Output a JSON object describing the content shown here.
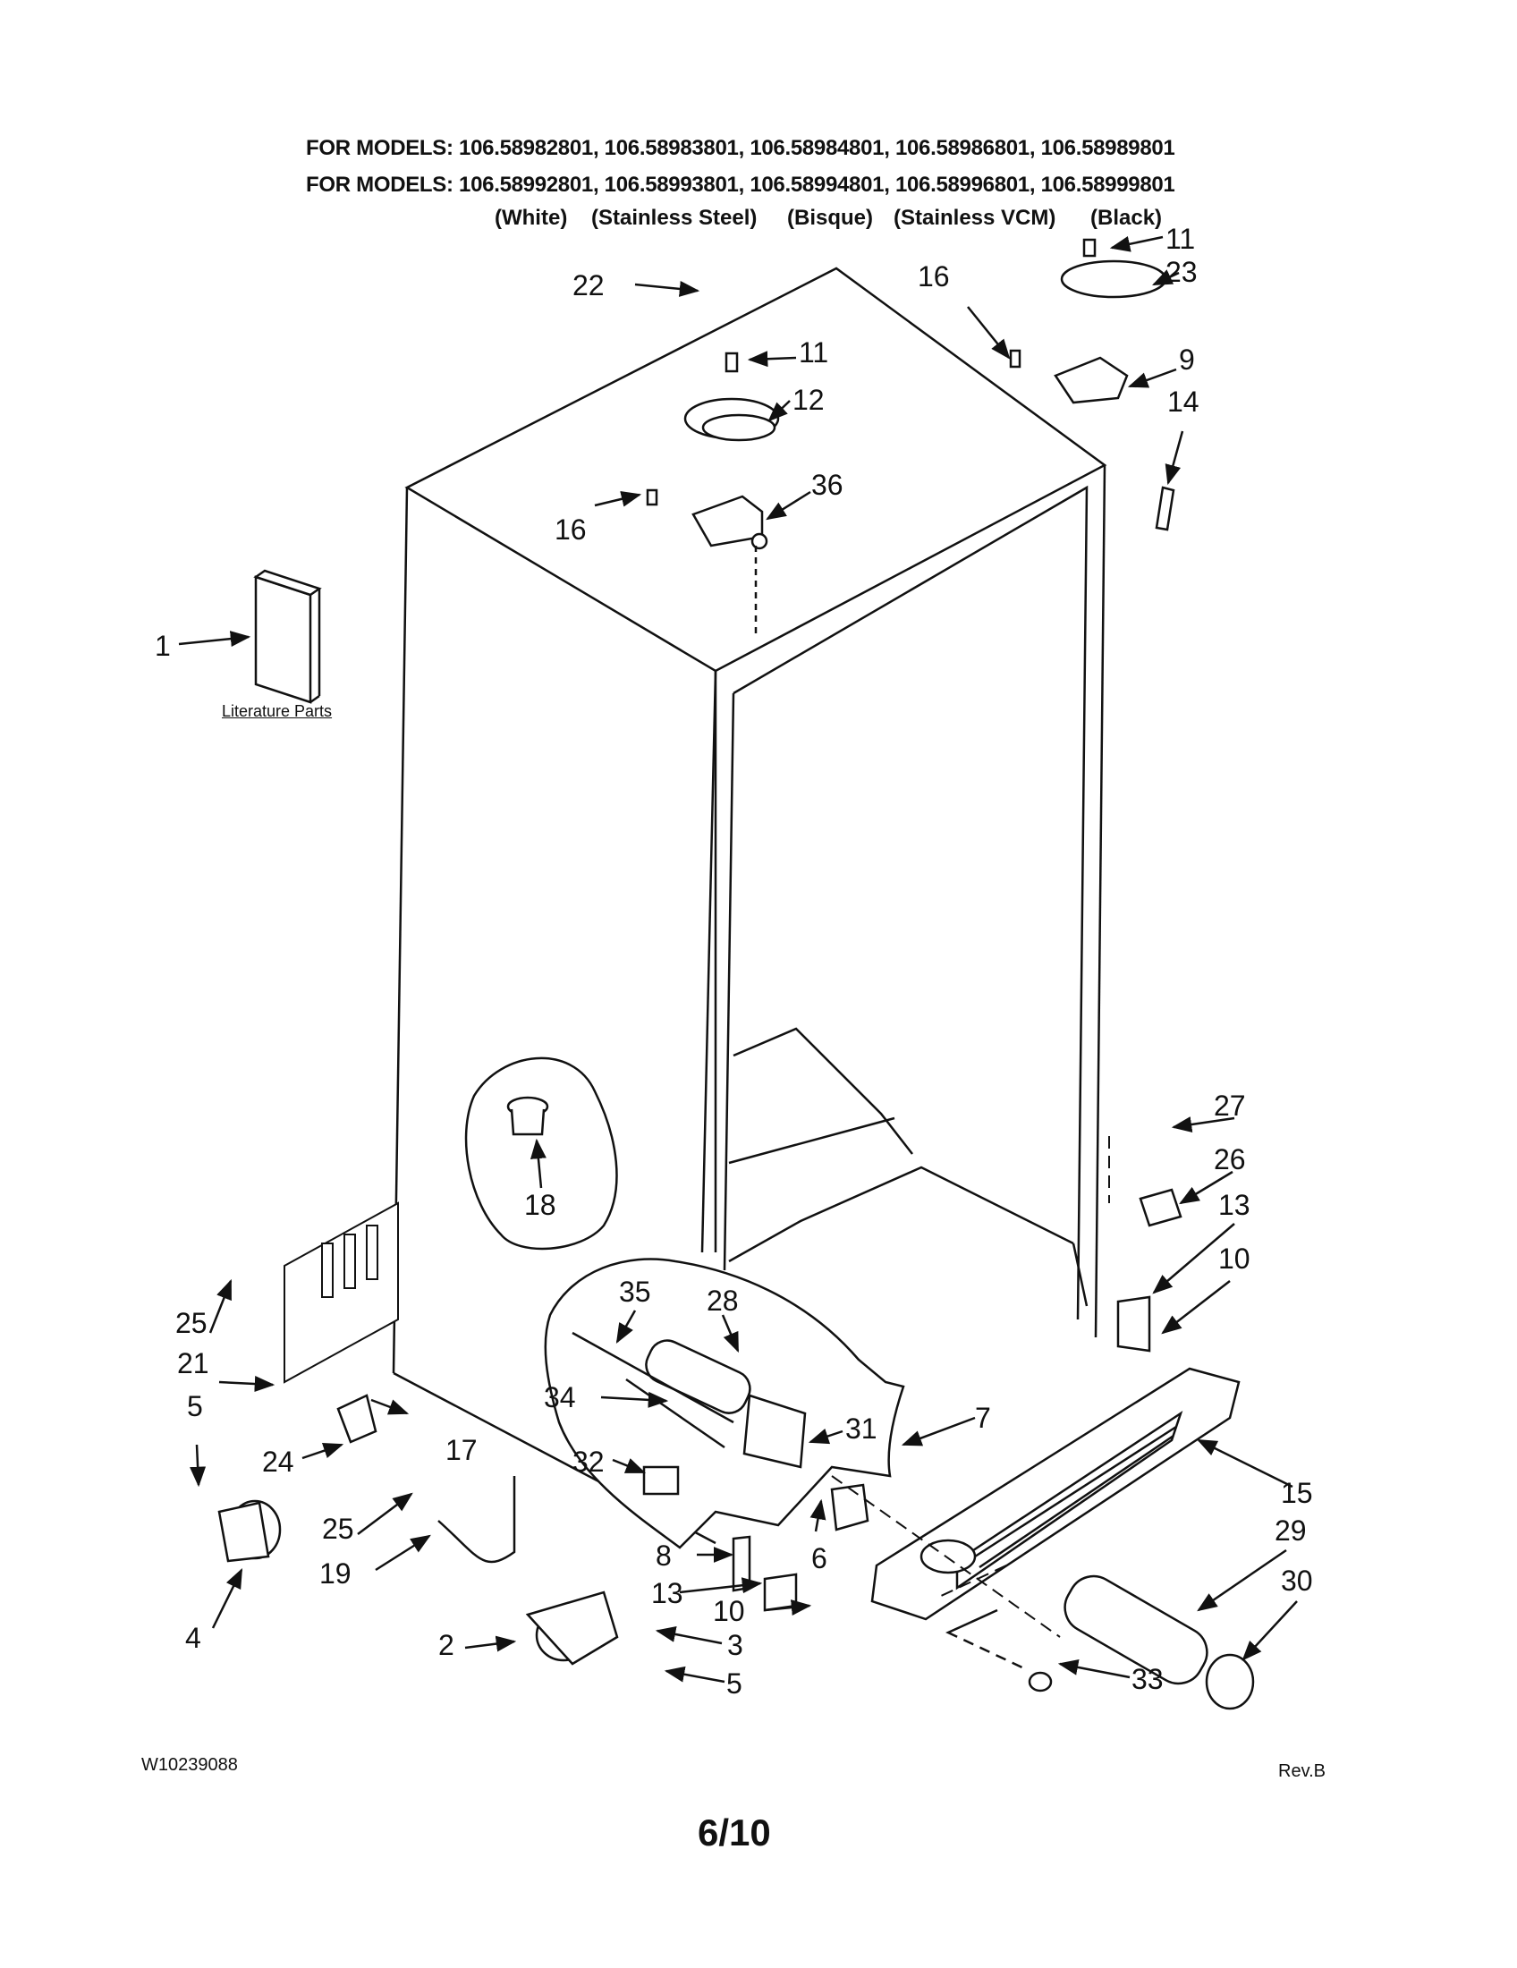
{
  "header": {
    "line1": "FOR MODELS: 106.58982801, 106.58983801, 106.58984801, 106.58986801, 106.58989801",
    "line2": "FOR MODELS: 106.58992801, 106.58993801, 106.58994801, 106.58996801, 106.58999801",
    "variants": [
      "(White)",
      "(Stainless Steel)",
      "(Bisque)",
      "(Stainless VCM)",
      "(Black)"
    ]
  },
  "literature_label": "Literature Parts",
  "callouts": {
    "c1": "1",
    "c2": "2",
    "c3": "3",
    "c4": "4",
    "c5a": "5",
    "c5b": "5",
    "c6": "6",
    "c7": "7",
    "c8": "8",
    "c9": "9",
    "c10a": "10",
    "c10b": "10",
    "c11a": "11",
    "c11b": "11",
    "c12": "12",
    "c13a": "13",
    "c13b": "13",
    "c14": "14",
    "c15": "15",
    "c16a": "16",
    "c16b": "16",
    "c17": "17",
    "c18": "18",
    "c19": "19",
    "c21": "21",
    "c22": "22",
    "c23": "23",
    "c24": "24",
    "c25a": "25",
    "c25b": "25",
    "c26": "26",
    "c27": "27",
    "c28": "28",
    "c29": "29",
    "c30": "30",
    "c31": "31",
    "c32": "32",
    "c33": "33",
    "c34": "34",
    "c35": "35",
    "c36": "36"
  },
  "footer": {
    "doc_number": "W10239088",
    "revision": "Rev.B",
    "page": "6/10"
  }
}
